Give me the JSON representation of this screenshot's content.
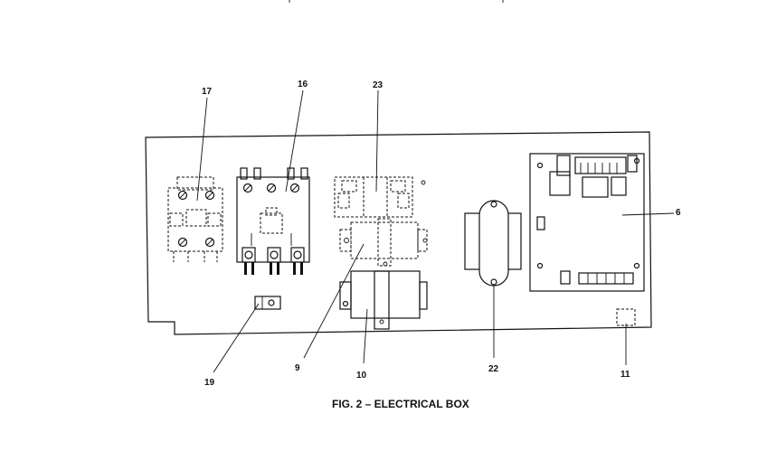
{
  "figure": {
    "caption": "FIG. 2 – ELECTRICAL BOX"
  },
  "callouts": {
    "c17": "17",
    "c16": "16",
    "c23": "23",
    "c6": "6",
    "c9": "9",
    "c10": "10",
    "c19": "19",
    "c22": "22",
    "c11": "11"
  }
}
